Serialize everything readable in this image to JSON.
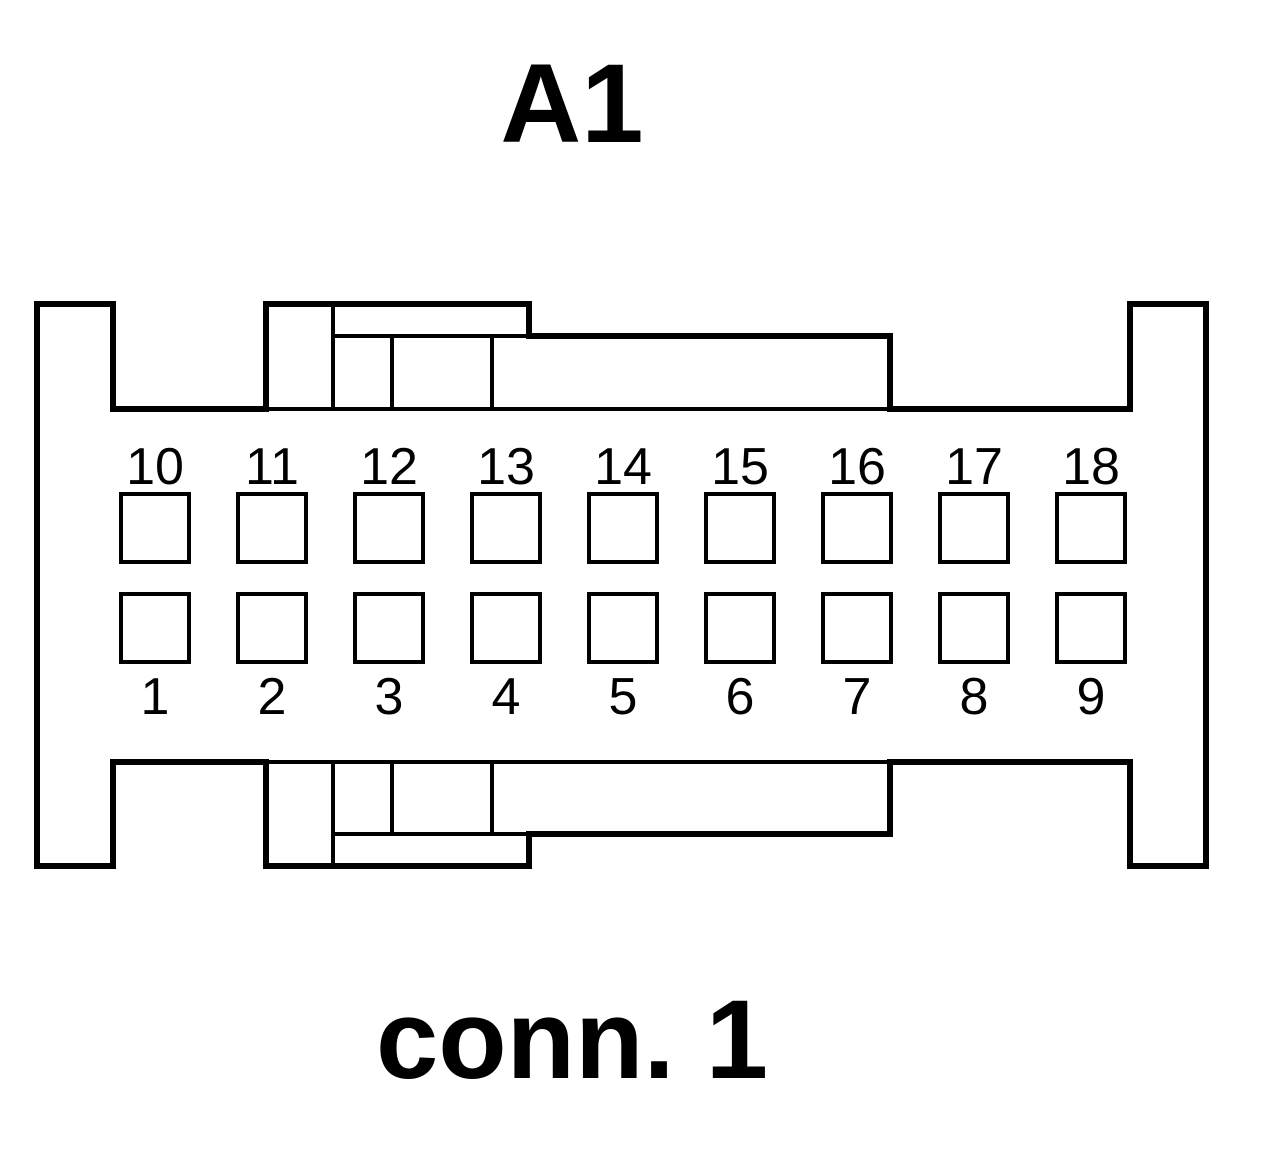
{
  "title": "A1",
  "caption": "conn. 1",
  "colors": {
    "line": "#000000",
    "background": "#ffffff"
  },
  "pins": {
    "top_row": [
      "10",
      "11",
      "12",
      "13",
      "14",
      "15",
      "16",
      "17",
      "18"
    ],
    "bottom_row": [
      "1",
      "2",
      "3",
      "4",
      "5",
      "6",
      "7",
      "8",
      "9"
    ]
  }
}
